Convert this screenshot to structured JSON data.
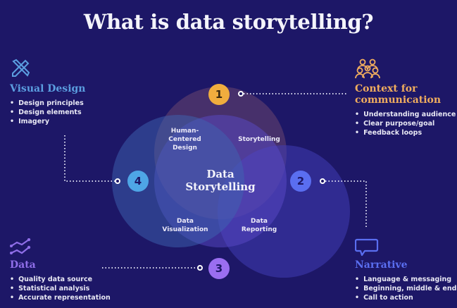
{
  "title": "What is data storytelling?",
  "center_label": "Data Storytelling",
  "center_lines": [
    "Data",
    "Storytelling"
  ],
  "overlaps": {
    "human_centered_design": [
      "Human-",
      "Centered",
      "Design"
    ],
    "storytelling": [
      "Storytelling"
    ],
    "data_visualization": [
      "Data",
      "Visualization"
    ],
    "data_reporting": [
      "Data",
      "Reporting"
    ]
  },
  "badges": [
    {
      "number": "1",
      "color": "#f0ad3e",
      "text_color": "#3a2a10"
    },
    {
      "number": "2",
      "color": "#5a6ef0",
      "text_color": "#1d1767"
    },
    {
      "number": "3",
      "color": "#9a6ef0",
      "text_color": "#1d1767"
    },
    {
      "number": "4",
      "color": "#4ea6e6",
      "text_color": "#1d1767"
    }
  ],
  "panels": {
    "visual_design": {
      "icon": "pencil-ruler-icon",
      "heading": "Visual Design",
      "color": "#5b9ee0",
      "items": [
        "Design principles",
        "Design elements",
        "Imagery"
      ]
    },
    "context": {
      "icon": "people-group-icon",
      "heading_lines": [
        "Context for",
        "communication"
      ],
      "color": "#f0ad5e",
      "items": [
        "Understanding audience",
        "Clear purpose/goal",
        "Feedback loops"
      ]
    },
    "data": {
      "icon": "line-chart-icon",
      "heading": "Data",
      "color": "#8f6ee8",
      "items": [
        "Quality data source",
        "Statistical analysis",
        "Accurate representation"
      ]
    },
    "narrative": {
      "icon": "speech-bubble-icon",
      "heading": "Narrative",
      "color": "#5a6ef0",
      "items": [
        "Language & messaging",
        "Beginning, middle & end",
        "Call to action"
      ]
    }
  },
  "colors": {
    "background": "#1d1767",
    "circle_top": "#5a3a6a",
    "circle_right": "#3e3ba8",
    "circle_bottom": "#5146b8",
    "circle_left": "#3a5aa8"
  }
}
